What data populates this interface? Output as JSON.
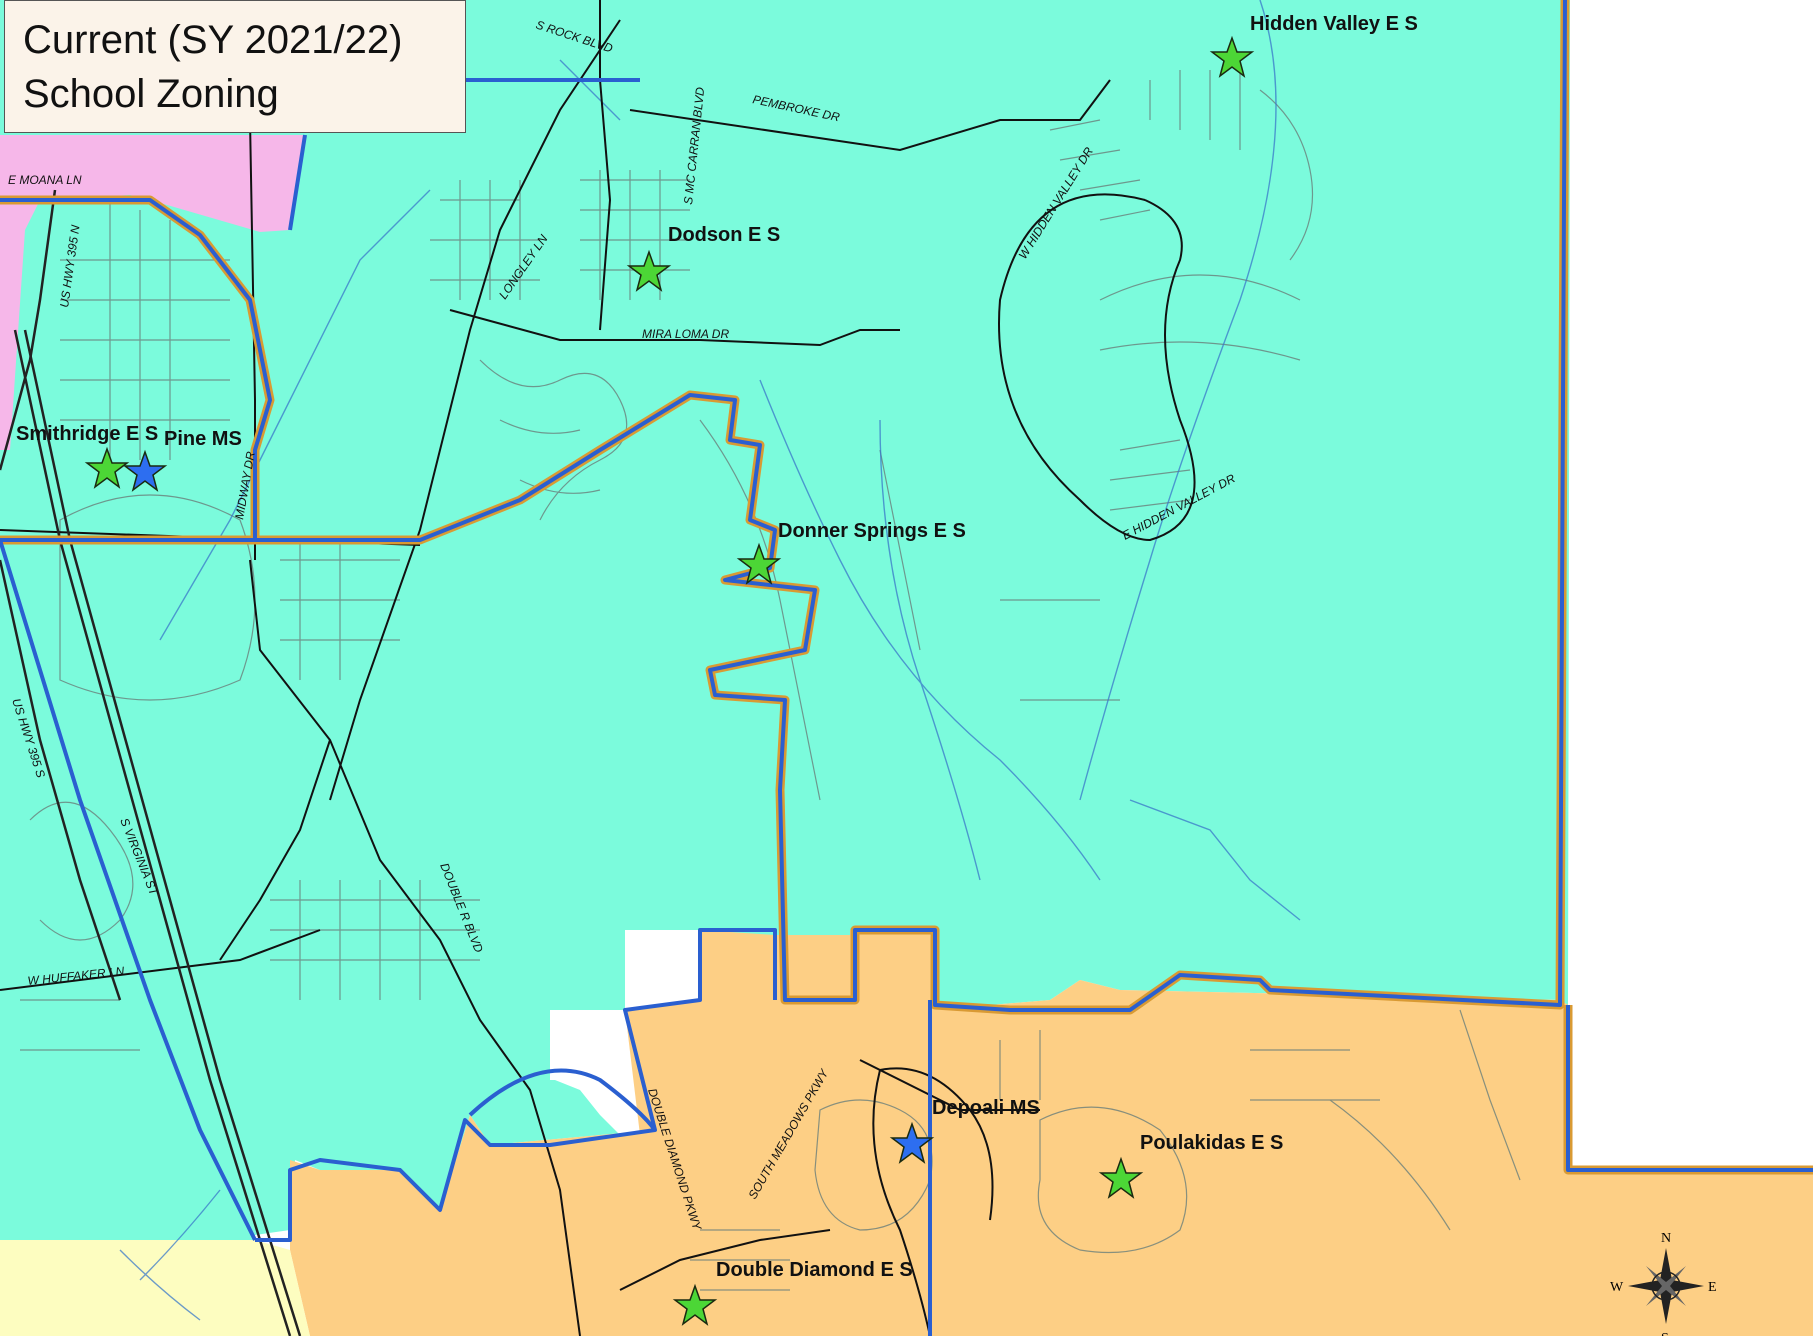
{
  "title": {
    "line1": "Current (SY 2021/22)",
    "line2": "School Zoning"
  },
  "colors": {
    "zone_teal": "#7bfbdc",
    "zone_orange": "#fdcf85",
    "zone_pink": "#f6b7e9",
    "zone_yellow": "#fdfdc0",
    "boundary_blue": "#2a5fd0",
    "boundary_orange": "#d99a33",
    "elementary_star": "#4cd636",
    "middle_star": "#2d6ef0"
  },
  "schools": [
    {
      "name": "Hidden Valley E S",
      "type": "elementary"
    },
    {
      "name": "Dodson E S",
      "type": "elementary"
    },
    {
      "name": "Smithridge E S",
      "type": "elementary"
    },
    {
      "name": "Pine MS",
      "type": "middle"
    },
    {
      "name": "Donner Springs E S",
      "type": "elementary"
    },
    {
      "name": "Depoali MS",
      "type": "middle"
    },
    {
      "name": "Poulakidas E S",
      "type": "elementary"
    },
    {
      "name": "Double Diamond E S",
      "type": "elementary"
    }
  ],
  "streets": [
    "S ROCK BLVD",
    "PEMBROKE DR",
    "S MC CARRAN BLVD",
    "W HIDDEN VALLEY DR",
    "LONGLEY LN",
    "MIRA LOMA DR",
    "E MOANA LN",
    "US HWY 395 N",
    "MIDWAY DR",
    "E HIDDEN VALLEY DR",
    "US HWY 395 S",
    "S VIRGINIA ST",
    "DOUBLE R BLVD",
    "W HUFFAKER LN",
    "SOUTH MEADOWS PKWY",
    "DOUBLE DIAMOND PKWY"
  ],
  "compass": {
    "n": "N",
    "s": "S",
    "e": "E",
    "w": "W"
  }
}
